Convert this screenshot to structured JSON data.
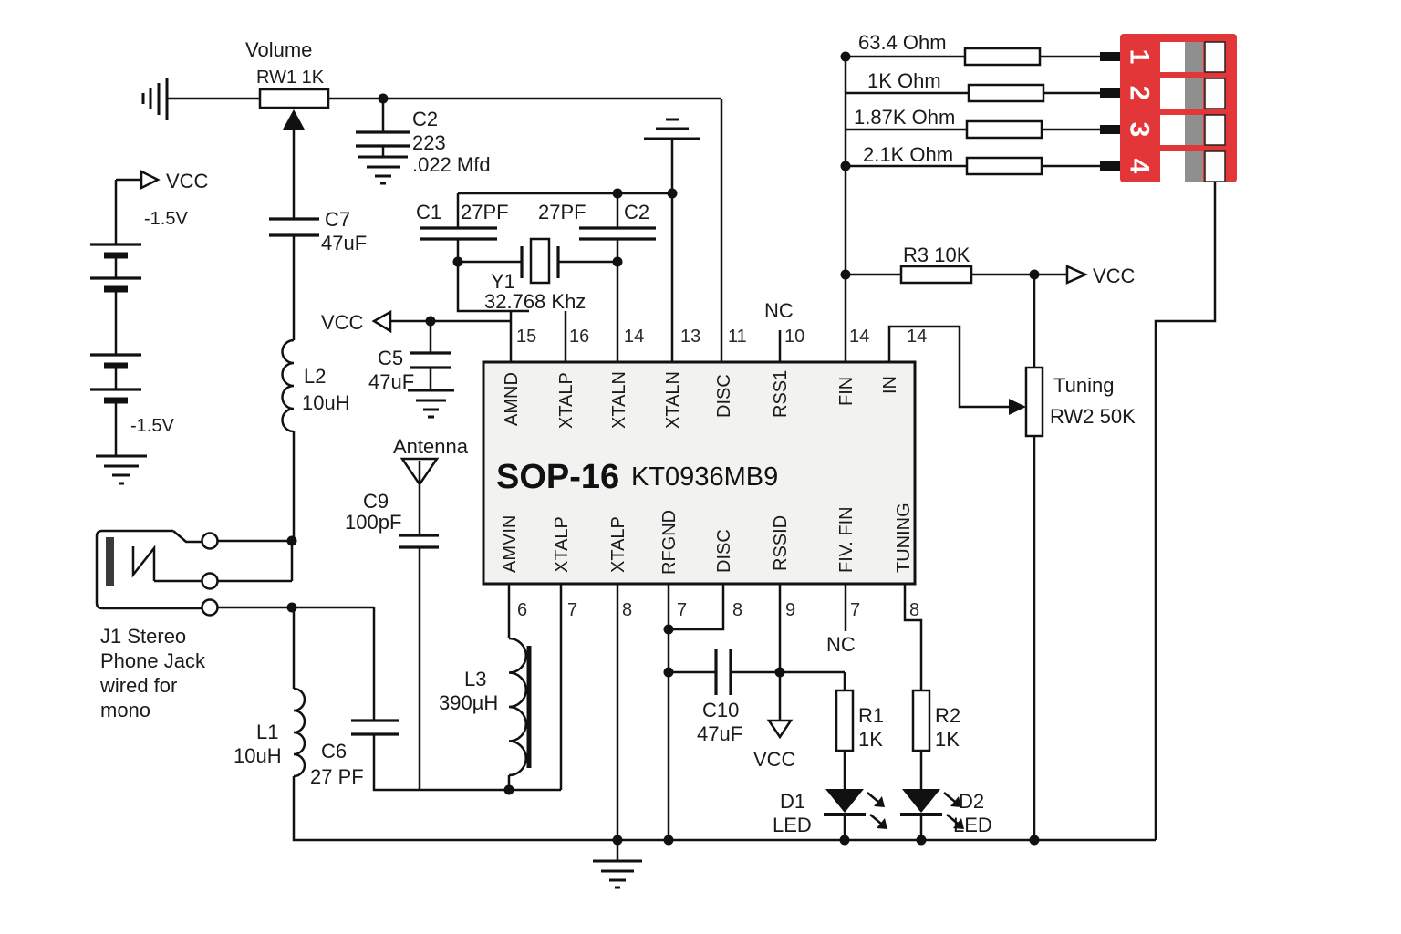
{
  "colors": {
    "dip_body": "#e23639",
    "dip_track": "#8f8f8f",
    "ic_fill": "#f2f2f0",
    "wire": "#111111"
  },
  "volume": {
    "name": "Volume",
    "ref": "RW1 1K"
  },
  "power": {
    "vcc_left": "VCC",
    "vcc_xtal": "VCC",
    "vcc_right": "VCC",
    "vcc_down": "VCC",
    "battery_top": "-1.5V",
    "battery_bottom": "-1.5V"
  },
  "caps": {
    "c2a_ref": "C2",
    "c2a_code": "223",
    "c2a_val": ".022 Mfd",
    "c7_ref": "C7",
    "c7_val": "47uF",
    "c5_ref": "C5",
    "c5_val": "47uF",
    "c1_ref": "C1",
    "c1_val": "27PF",
    "c2b_val": "27PF",
    "c2b_ref": "C2",
    "c9_ref": "C9",
    "c9_val": "100pF",
    "c6_ref": "C6",
    "c6_val": "27 PF",
    "c10_ref": "C10",
    "c10_val": "47uF"
  },
  "inductors": {
    "l1_ref": "L1",
    "l1_val": "10uH",
    "l2_ref": "L2",
    "l2_val": "10uH",
    "l3_ref": "L3",
    "l3_val": "390µH"
  },
  "crystal": {
    "ref": "Y1",
    "freq": "32.768 Khz"
  },
  "jack": {
    "line1": "J1 Stereo",
    "line2": "Phone Jack",
    "line3": "wired for",
    "line4": "mono"
  },
  "antenna_label": "Antenna",
  "ic": {
    "package": "SOP-16",
    "part": "KT0936MB9",
    "nc_top": "NC",
    "nc_bottom": "NC",
    "top_pins": [
      {
        "num": "15",
        "name": "AMND"
      },
      {
        "num": "16",
        "name": "XTALP"
      },
      {
        "num": "14",
        "name": "XTALN"
      },
      {
        "num": "13",
        "name": "XTALN"
      },
      {
        "num": "11",
        "name": "DISC"
      },
      {
        "num": "10",
        "name": "RSS1"
      },
      {
        "num": "14",
        "name": "FIN"
      },
      {
        "num": "14",
        "name": "IN"
      }
    ],
    "bottom_pins": [
      {
        "num": "6",
        "name": "AMVIN"
      },
      {
        "num": "7",
        "name": "XTALP"
      },
      {
        "num": "8",
        "name": "XTALP"
      },
      {
        "num": "7",
        "name": "RFGND"
      },
      {
        "num": "8",
        "name": "DISC"
      },
      {
        "num": "9",
        "name": "RSSID"
      },
      {
        "num": "7",
        "name": "FIV. FIN"
      },
      {
        "num": "8",
        "name": "TUNING"
      }
    ]
  },
  "dip": {
    "r1": "63.4 Ohm",
    "r2": "1K Ohm",
    "r3": "1.87K Ohm",
    "r4": "2.1K Ohm",
    "positions": [
      "1",
      "2",
      "3",
      "4"
    ]
  },
  "r3_label": "R3 10K",
  "tuning": {
    "name": "Tuning",
    "ref": "RW2 50K"
  },
  "leds": {
    "r1_ref": "R1",
    "r1_val": "1K",
    "r2_ref": "R2",
    "r2_val": "1K",
    "d1_ref": "D1",
    "d1_type": "LED",
    "d2_ref": "D2",
    "d2_type": "LED"
  }
}
